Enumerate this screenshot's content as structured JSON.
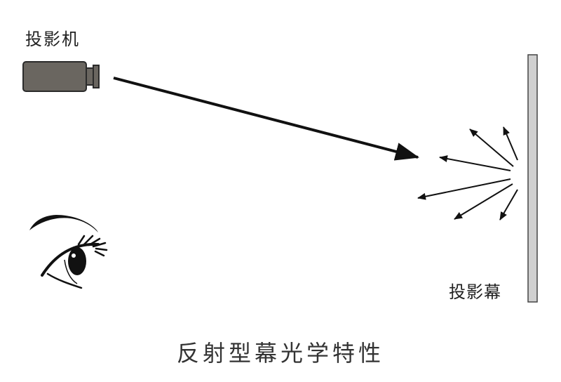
{
  "labels": {
    "projector": "投影机",
    "screen": "投影幕",
    "caption": "反射型幕光学特性"
  },
  "colors": {
    "projector_body": "#6a6660",
    "screen_fill": "#d0d0d0",
    "ray": "#111111"
  },
  "icons": [
    "projector-icon",
    "eye-icon",
    "projection-screen"
  ]
}
